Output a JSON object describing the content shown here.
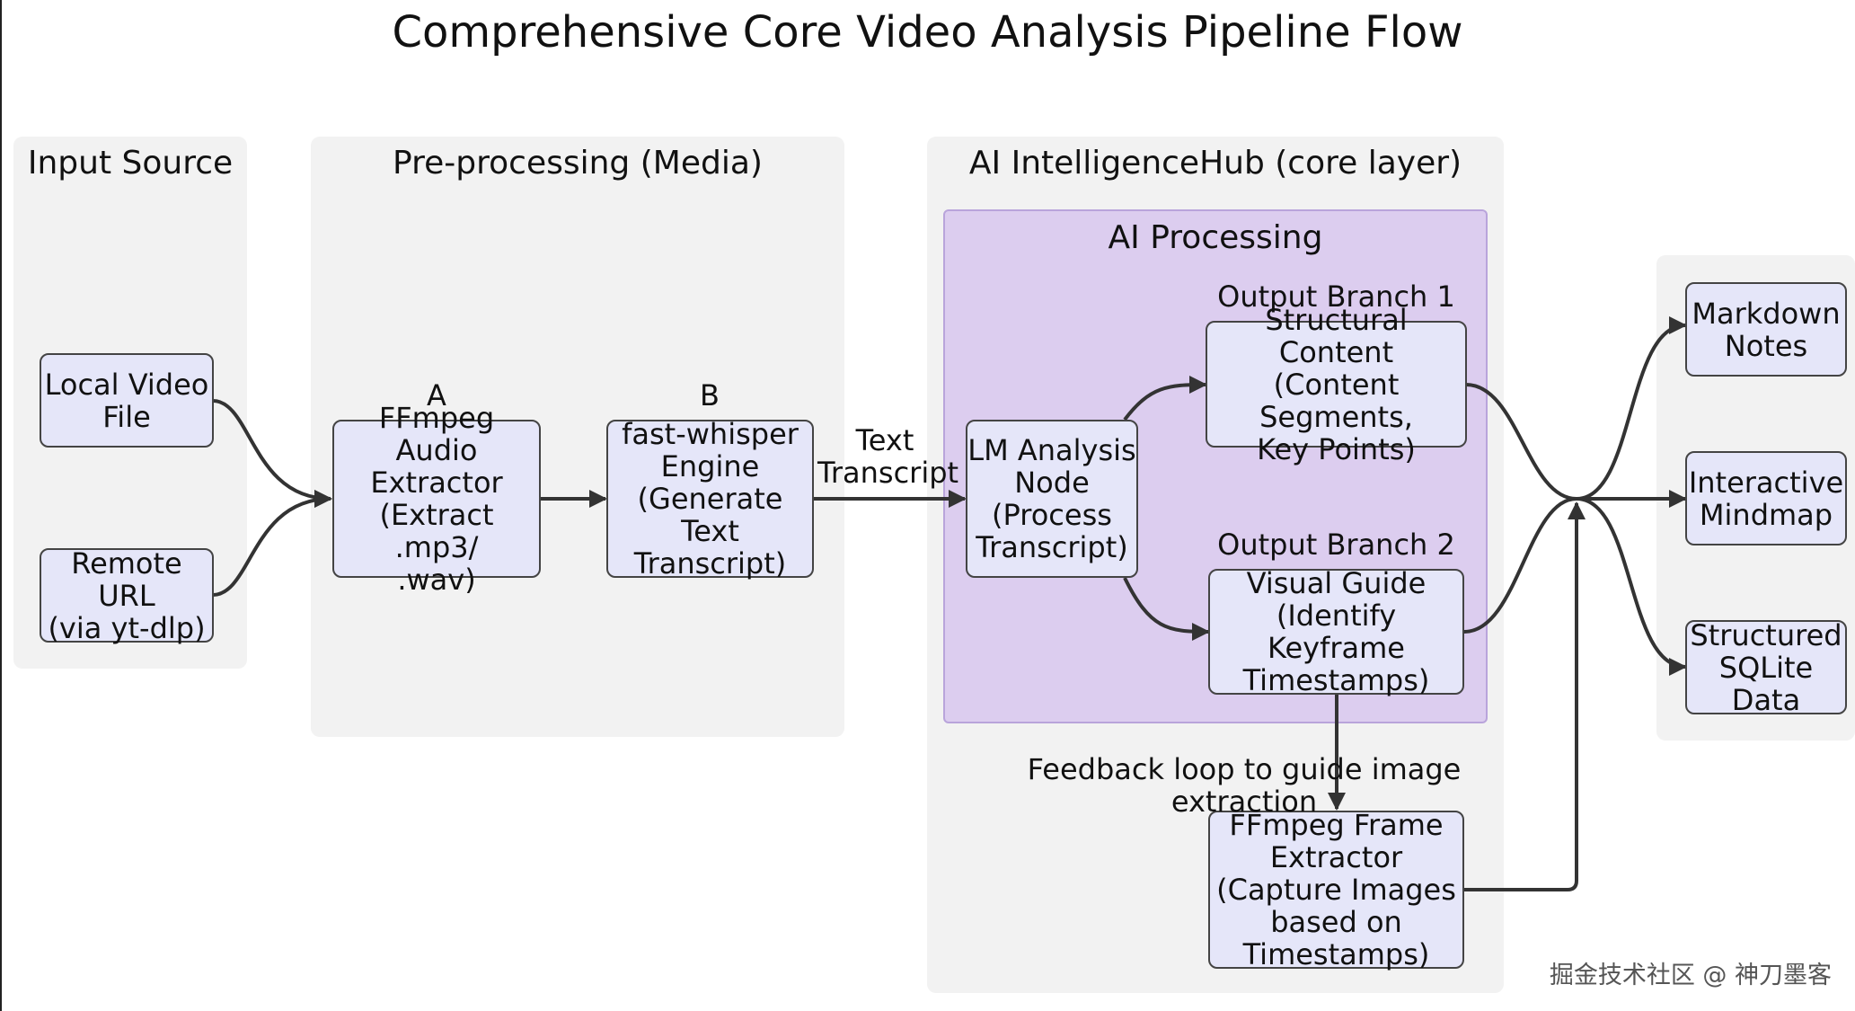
{
  "title": "Comprehensive Core Video Analysis Pipeline Flow",
  "groups": {
    "input": "Input Source",
    "preprocessing": "Pre-processing (Media)",
    "ai_hub": "AI IntelligenceHub (core layer)",
    "ai_processing": "AI Processing"
  },
  "nodes": {
    "local_video": "Local Video\nFile",
    "remote_url": "Remote URL\n(via yt-dlp)",
    "ffmpeg_audio": "FFmpeg Audio\nExtractor\n(Extract .mp3/\n.wav)",
    "fast_whisper": "fast-whisper\nEngine\n(Generate Text\nTranscript)",
    "lm_analysis": "LM Analysis\nNode\n(Process\nTranscript)",
    "structural": "Structural Content\n(Content Segments,\nKey Points)",
    "visual_guide": "Visual Guide\n(Identify Keyframe\nTimestamps)",
    "ffmpeg_frame": "FFmpeg Frame\nExtractor\n(Capture Images\nbased on Timestamps)",
    "markdown": "Markdown\nNotes",
    "mindmap": "Interactive\nMindmap",
    "sqlite": "Structured\nSQLite Data"
  },
  "labels": {
    "a": "A",
    "b": "B",
    "text_transcript": "Text\nTranscript",
    "branch1": "Output Branch 1",
    "branch2": "Output Branch 2",
    "feedback": "Feedback loop to guide image extraction"
  },
  "watermark": "掘金技术社区 @ 神刀墨客",
  "colors": {
    "group_bg": "#f2f2f2",
    "purple_bg": "#dccdef",
    "node_bg": "#e5e6f9",
    "edge": "#333333"
  }
}
